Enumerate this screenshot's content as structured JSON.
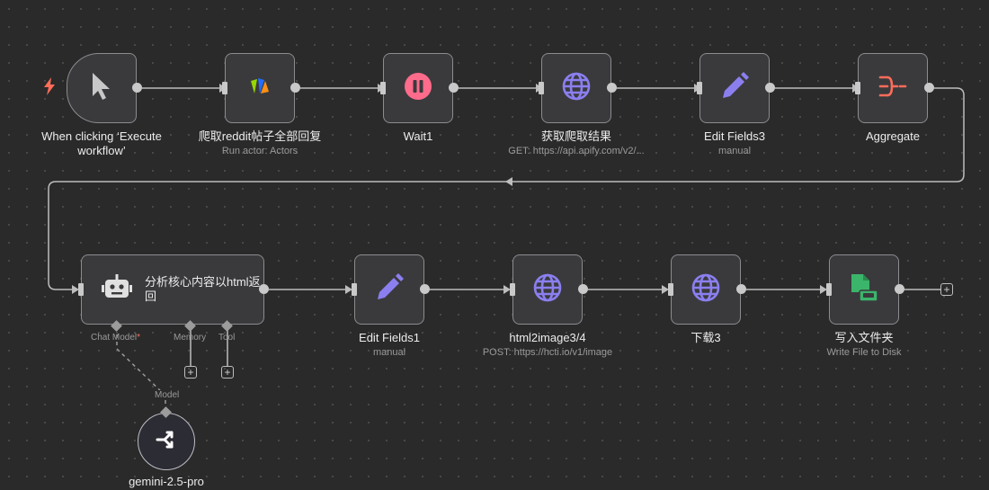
{
  "nodes": {
    "trigger": {
      "title": "When clicking ‘Execute workflow’"
    },
    "reddit": {
      "title": "爬取reddit帖子全部回复",
      "subtitle": "Run actor: Actors"
    },
    "wait": {
      "title": "Wait1"
    },
    "fetch": {
      "title": "获取爬取结果",
      "subtitle": "GET: https://api.apify.com/v2/..."
    },
    "edit3": {
      "title": "Edit Fields3",
      "subtitle": "manual"
    },
    "aggregate": {
      "title": "Aggregate"
    },
    "agent": {
      "title": "分析核心内容以html返回"
    },
    "edit1": {
      "title": "Edit Fields1",
      "subtitle": "manual"
    },
    "html2image": {
      "title": "html2image3/4",
      "subtitle": "POST: https://hcti.io/v1/image"
    },
    "download": {
      "title": "下载3"
    },
    "write": {
      "title": "写入文件夹",
      "subtitle": "Write File to Disk"
    },
    "gemini": {
      "title": "gemini-2.5-pro"
    }
  },
  "agent_ports": {
    "chat_model": "Chat Model",
    "required_mark": "*",
    "memory": "Memory",
    "tool": "Tool",
    "model": "Model"
  },
  "colors": {
    "wire": "#bdbdbd",
    "pause": "#ff6b8b",
    "globe": "#8b7ff0",
    "pencil": "#8b7ff0",
    "aggregate": "#ff6d5a",
    "write": "#3bb56a",
    "bolt": "#ff6d5a"
  }
}
